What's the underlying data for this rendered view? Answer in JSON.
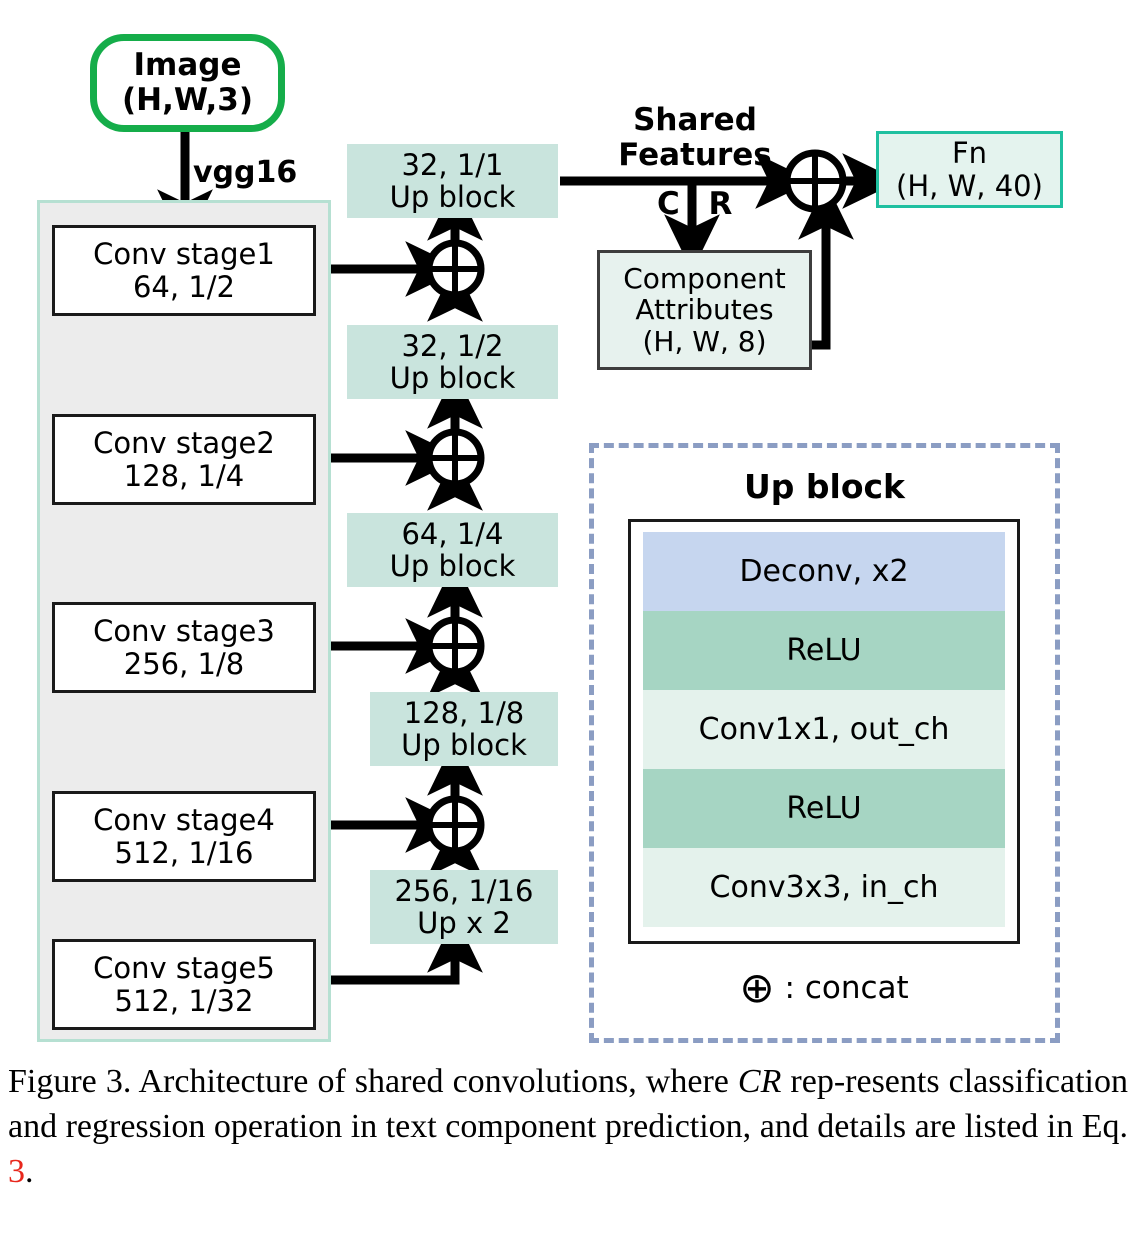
{
  "figure": {
    "number": "Figure 3.",
    "caption_part1": "Figure 3. Architecture of shared convolutions, where ",
    "caption_cr": "CR",
    "caption_part2": " rep-resents classification and regression operation in text component prediction, and details are listed in Eq. ",
    "caption_eq_ref": "3",
    "caption_end": "."
  },
  "input": {
    "label_line1": "Image",
    "label_line2": "(H,W,3)",
    "backbone_label": "vgg16"
  },
  "backbone": {
    "stages": [
      {
        "name": "Conv stage1",
        "spec": "64, 1/2"
      },
      {
        "name": "Conv stage2",
        "spec": "128, 1/4"
      },
      {
        "name": "Conv stage3",
        "spec": "256, 1/8"
      },
      {
        "name": "Conv stage4",
        "spec": "512, 1/16"
      },
      {
        "name": "Conv stage5",
        "spec": "512, 1/32"
      }
    ]
  },
  "decoder": {
    "blocks": [
      {
        "spec": "32, 1/1",
        "kind": "Up block"
      },
      {
        "spec": "32, 1/2",
        "kind": "Up block"
      },
      {
        "spec": "64, 1/4",
        "kind": "Up block"
      },
      {
        "spec": "128, 1/8",
        "kind": "Up block"
      },
      {
        "spec": "256, 1/16",
        "kind": "Up x 2"
      }
    ]
  },
  "heads": {
    "shared_features_line1": "Shared",
    "shared_features_line2": "Features",
    "cr_label": "C R",
    "component_attributes_line1": "Component",
    "component_attributes_line2": "Attributes",
    "component_attributes_line3": "(H, W, 8)",
    "fn_line1": "Fn",
    "fn_line2": "(H, W, 40)"
  },
  "legend": {
    "title": "Up block",
    "layers": [
      {
        "label": "Deconv, x2",
        "color": "#c6d6ef"
      },
      {
        "label": "ReLU",
        "color": "#a6d5c3"
      },
      {
        "label": "Conv1x1, out_ch",
        "color": "#e4f2ec"
      },
      {
        "label": "ReLU",
        "color": "#a6d5c3"
      },
      {
        "label": "Conv3x3, in_ch",
        "color": "#e4f2ec"
      }
    ],
    "concat_symbol": "⊕",
    "concat_text": ": concat"
  },
  "colors": {
    "input_border": "#15ad4a",
    "up_block_fill": "#c9e4dd",
    "fn_border": "#1fc0a0",
    "fn_fill": "#e4f3ee",
    "vgg_fill": "#ececec",
    "vgg_border": "#b6e0d2",
    "dashed_border": "#8b9dc3",
    "eq_ref": "#e8271c"
  }
}
